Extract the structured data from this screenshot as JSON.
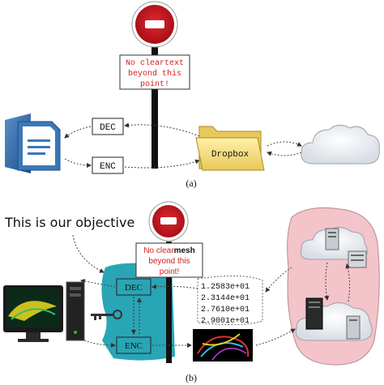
{
  "panel_a": {
    "sign_text_1": "No cleartext",
    "sign_text_2": "beyond this",
    "sign_text_3": "point!",
    "dec_label": "DEC",
    "enc_label": "ENC",
    "dropbox_label": "Dropbox",
    "caption": "(a)"
  },
  "panel_b": {
    "objective_text": "This is our objective",
    "sign_text_1_prefix": "No clear",
    "sign_text_1_bold": "mesh",
    "sign_text_2": "beyond this",
    "sign_text_3": "point!",
    "dec_label": "DEC",
    "enc_label": "ENC",
    "numbers": [
      "1.2583e+01",
      "2.3144e+01",
      "2.7610e+01",
      "2.9001e+01"
    ],
    "caption": "(b)"
  },
  "colors": {
    "stop_red": "#c0141c",
    "sign_text_red": "#d42020",
    "teal_region": "#2aa5b5",
    "pink_region": "#f3c4ca",
    "folder_yellow": "#f6e08a"
  }
}
